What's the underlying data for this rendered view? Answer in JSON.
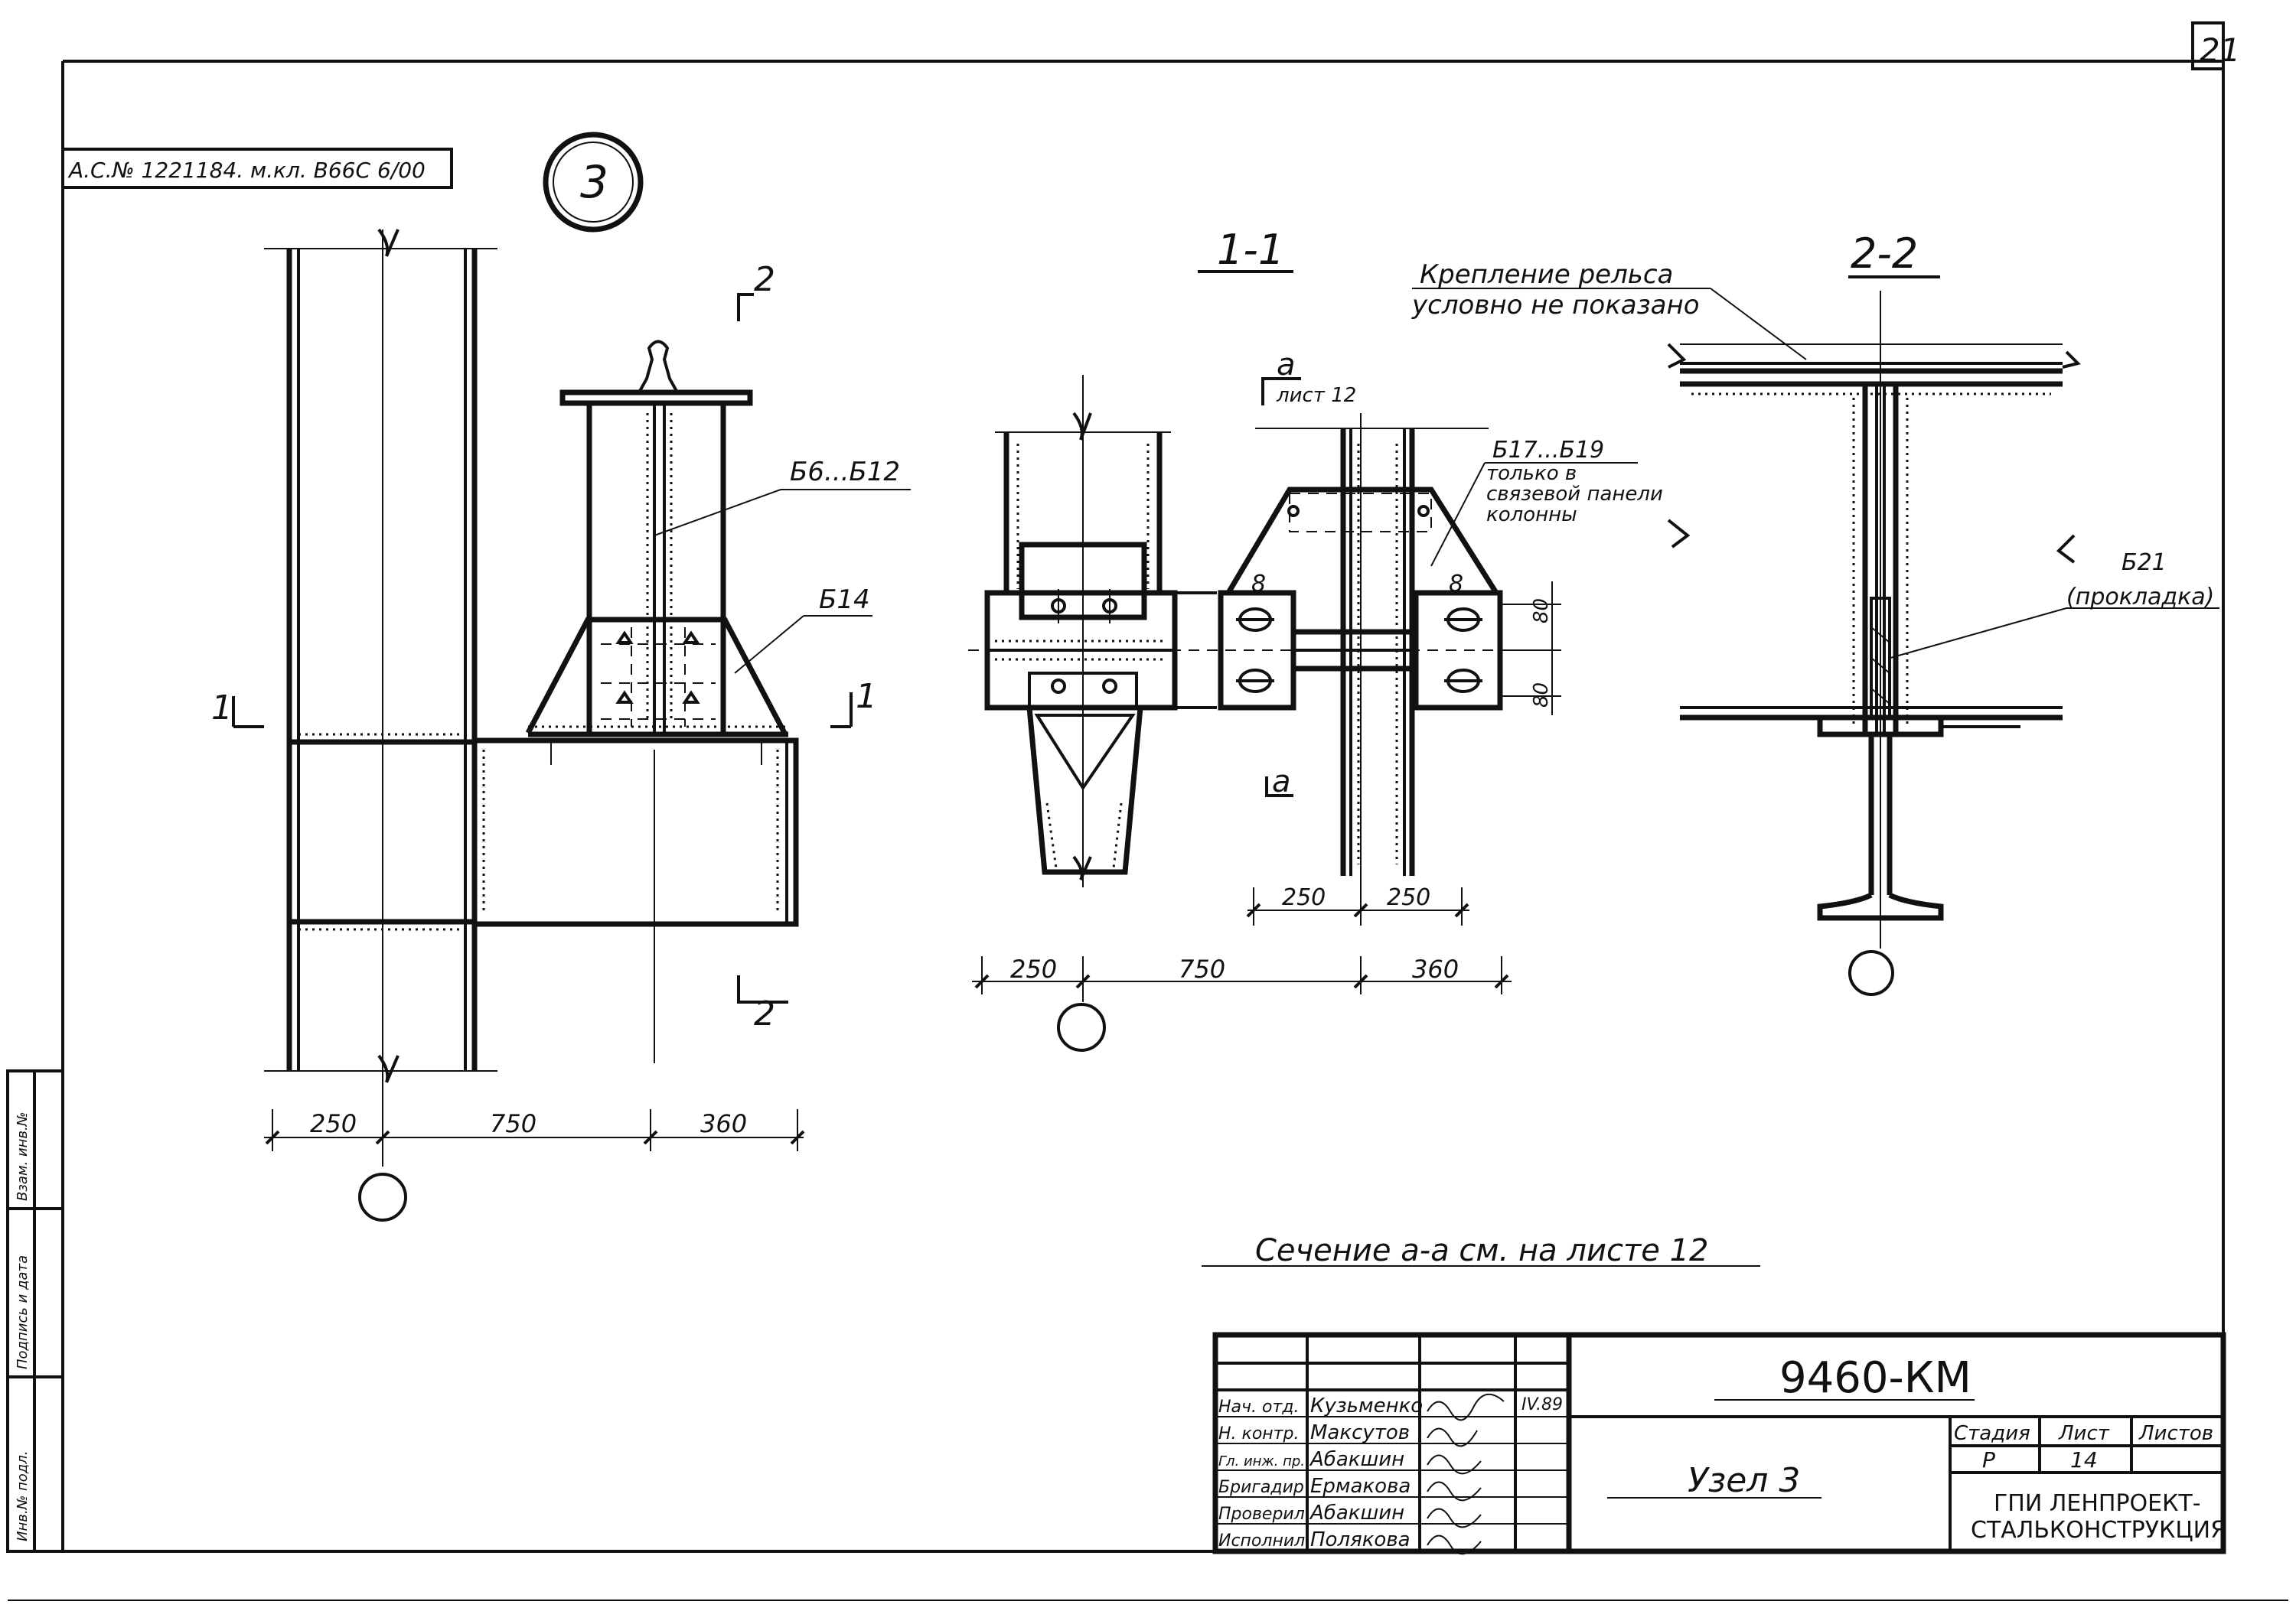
{
  "sheet_number": "21",
  "patent_note": "А.С.№ 1221184. м.кл. В66С 6/00",
  "node_badge": "3",
  "views": {
    "section_1_1": "1-1",
    "section_2_2": "2-2",
    "marker_2_top": "2",
    "marker_2_bottom": "2",
    "marker_1_left": "1",
    "marker_1_right": "1",
    "marker_a_top": "а",
    "marker_a_sheet": "лист 12",
    "marker_a_bottom": "а"
  },
  "callouts": {
    "b6_b12": "Б6...Б12",
    "b14": "Б14",
    "b17_b19_line1": "Б17...Б19",
    "b17_b19_line2": "только в",
    "b17_b19_line3": "связевой панели",
    "b17_b19_line4": "колонны",
    "rail_line1": "Крепление рельса",
    "rail_line2": "условно не показано",
    "b21_line1": "Б21",
    "b21_line2": "(прокладка)",
    "weld_8_left": "8",
    "weld_8_right": "8",
    "dim_80_top": "80",
    "dim_80_bottom": "80"
  },
  "dimensions": {
    "left_view": [
      "250",
      "750",
      "360"
    ],
    "section_1_1": [
      "250",
      "750",
      "360"
    ],
    "section_1_1_inner": [
      "250",
      "250"
    ]
  },
  "section_note": "Сечение а-а см. на листе 12",
  "title_block": {
    "document_code": "9460-КМ",
    "drawing_title": "Узел 3",
    "stage_header": "Стадия",
    "sheet_header": "Лист",
    "sheets_header": "Листов",
    "stage_value": "Р",
    "sheet_value": "14",
    "sheets_value": "",
    "organization_line1": "ГПИ ЛЕНПРОЕКТ-",
    "organization_line2": "СТАЛЬКОНСТРУКЦИЯ",
    "date_note": "IV.89",
    "signatures": [
      {
        "role": "Нач. отд.",
        "name": "Кузьменко"
      },
      {
        "role": "Н. контр.",
        "name": "Максутов"
      },
      {
        "role": "Гл. инж. пр.",
        "name": "Абакшин"
      },
      {
        "role": "Бригадир",
        "name": "Ермакова"
      },
      {
        "role": "Проверил",
        "name": "Абакшин"
      },
      {
        "role": "Исполнил",
        "name": "Полякова"
      }
    ]
  },
  "margin_stamp": {
    "field1": "Инв.№ подл.",
    "field2": "Подпись и дата",
    "field3": "Взам. инв.№"
  }
}
